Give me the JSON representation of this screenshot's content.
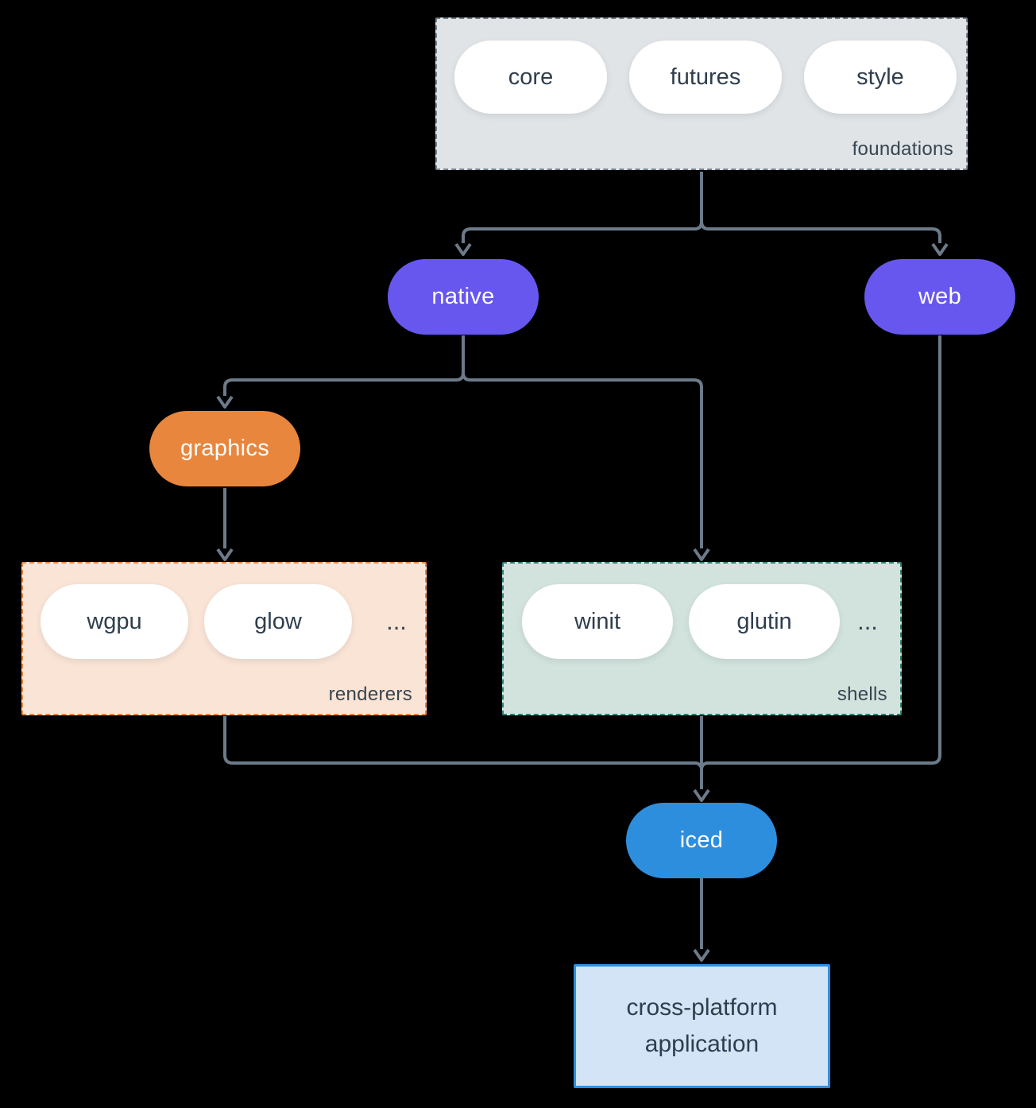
{
  "groups": {
    "foundations": {
      "label": "foundations",
      "pills": [
        "core",
        "futures",
        "style"
      ]
    },
    "renderers": {
      "label": "renderers",
      "pills": [
        "wgpu",
        "glow"
      ],
      "ellipsis": "..."
    },
    "shells": {
      "label": "shells",
      "pills": [
        "winit",
        "glutin"
      ],
      "ellipsis": "..."
    }
  },
  "nodes": {
    "native": {
      "label": "native"
    },
    "web": {
      "label": "web"
    },
    "graphics": {
      "label": "graphics"
    },
    "iced": {
      "label": "iced"
    },
    "application": {
      "label": "cross-platform application"
    }
  },
  "colors": {
    "accent_purple": "#6757ee",
    "accent_orange": "#e8863d",
    "accent_blue": "#2e8ede",
    "foundations_bg": "#e0e4e7",
    "renderers_bg": "#fae4d6",
    "shells_bg": "#d2e3de",
    "application_bg": "#d2e4f5",
    "connector": "#6c7a89",
    "text_dark": "#2f3e4e"
  }
}
